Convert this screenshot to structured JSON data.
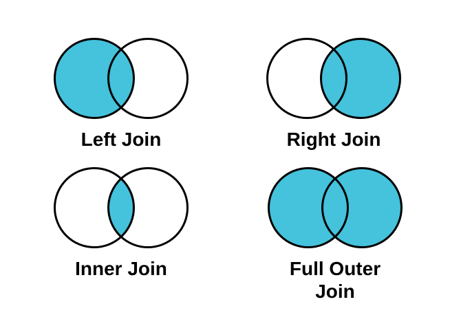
{
  "figure": {
    "background": "#ffffff",
    "description": "Four Venn diagrams illustrating SQL join types"
  },
  "colors": {
    "fill": "#45C2DC",
    "stroke": "#000000",
    "label": "#000000"
  },
  "diagrams": [
    {
      "name": "left-join",
      "label": "Left Join",
      "shaded": "left"
    },
    {
      "name": "right-join",
      "label": "Right Join",
      "shaded": "right"
    },
    {
      "name": "inner-join",
      "label": "Inner Join",
      "shaded": "intersection"
    },
    {
      "name": "full-outer-join",
      "label": "Full Outer Join",
      "shaded": "both",
      "label_lines": [
        "Full Outer",
        "Join"
      ]
    }
  ]
}
